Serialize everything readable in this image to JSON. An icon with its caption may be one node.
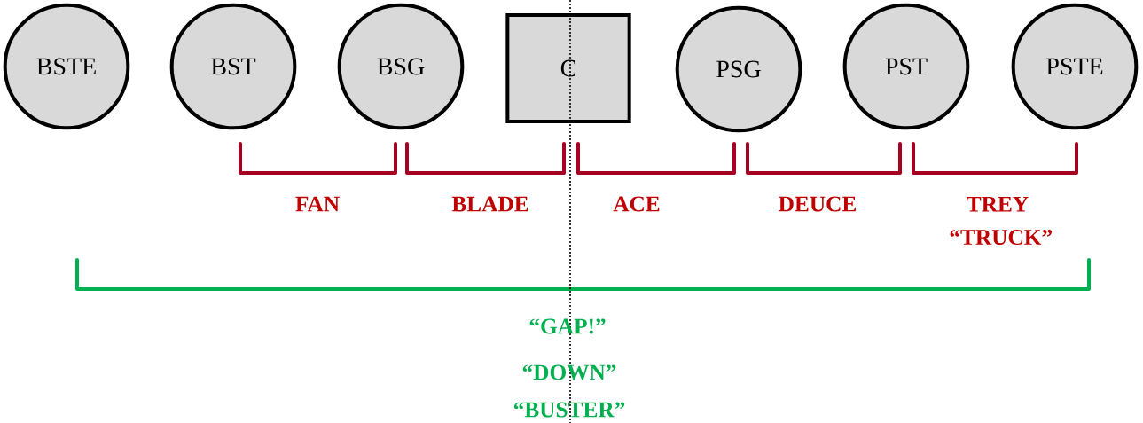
{
  "diagram": {
    "nodes": [
      {
        "text": [
          "BSTE"
        ]
      },
      {
        "text": [
          "BST"
        ]
      },
      {
        "text": [
          "BSG"
        ]
      },
      {
        "text": [
          "C"
        ]
      },
      {
        "text": [
          "PSG"
        ]
      },
      {
        "text": [
          "PST"
        ]
      },
      {
        "text": [
          "PSTE"
        ]
      }
    ],
    "labels": [
      "FAN",
      "BLADE",
      "ACE",
      "DEUCE",
      "TREY “TRUCK”",
      "“GAP!”",
      "“DOWN”",
      "“BUSTER”"
    ]
  }
}
